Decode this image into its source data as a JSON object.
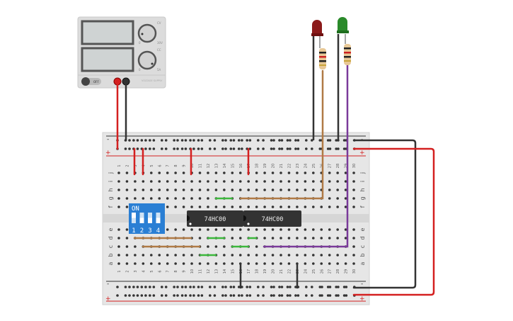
{
  "power_supply": {
    "off_label": "OFF",
    "brand_label": "VOLTAGE SUPPLY",
    "cv_label": "CV",
    "cc_label": "CC",
    "voltage_min": "0",
    "voltage_max": "30V",
    "current_min": "0",
    "current_max": "5A"
  },
  "breadboard": {
    "row_labels_top": [
      "j",
      "i",
      "h",
      "g",
      "f"
    ],
    "row_labels_bottom": [
      "e",
      "d",
      "c",
      "b",
      "a"
    ],
    "rail_minus": "-",
    "rail_plus": "+",
    "columns": 30
  },
  "dip_switch": {
    "on_label": "ON",
    "switch_labels": [
      "1",
      "2",
      "3",
      "4"
    ],
    "states": [
      true,
      false,
      false,
      false
    ]
  },
  "chips": [
    {
      "label": "74HC00"
    },
    {
      "label": "74HC00"
    }
  ],
  "leds": [
    {
      "color": "#8b1a1a"
    },
    {
      "color": "#2a8a2a"
    }
  ],
  "colors": {
    "wire_red": "#d42020",
    "wire_black": "#333333",
    "wire_brown": "#b07a45",
    "wire_green": "#3cb83c",
    "wire_purple": "#7a3a9a",
    "dip_blue": "#2a7fd4"
  }
}
